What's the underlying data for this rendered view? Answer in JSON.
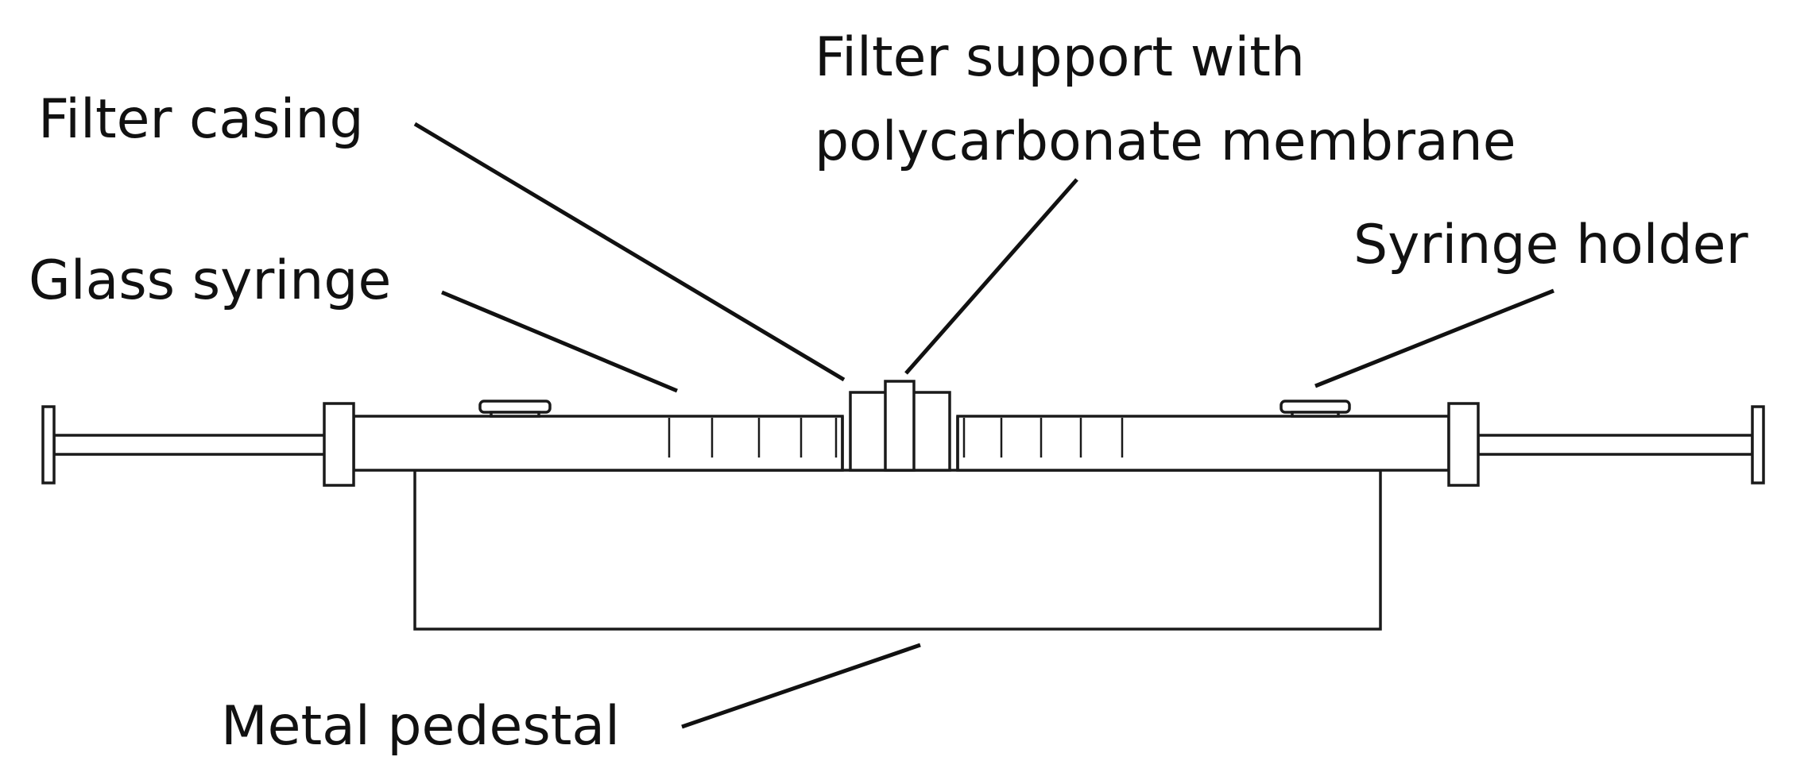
{
  "labels": {
    "filter_casing": "Filter casing",
    "filter_support_line1": "Filter support with",
    "filter_support_line2": "polycarbonate membrane",
    "glass_syringe": "Glass syringe",
    "syringe_holder": "Syringe holder",
    "metal_pedestal": "Metal pedestal"
  },
  "colors": {
    "line": "#1a1a1a",
    "background": "#ffffff"
  }
}
